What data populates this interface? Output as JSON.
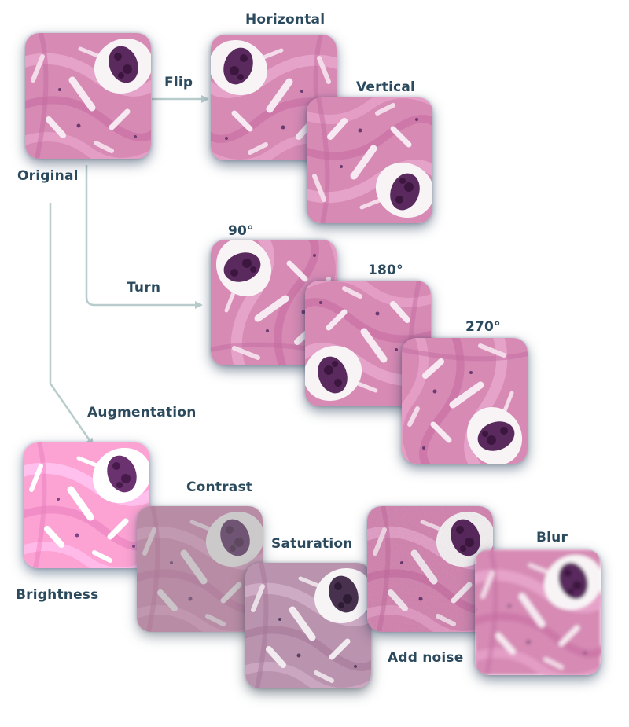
{
  "labels": {
    "original": "Original",
    "flip": "Flip",
    "horizontal": "Horizontal",
    "vertical": "Vertical",
    "turn": "Turn",
    "deg90": "90°",
    "deg180": "180°",
    "deg270": "270°",
    "augmentation": "Augmentation",
    "brightness": "Brightness",
    "contrast": "Contrast",
    "saturation": "Saturation",
    "add_noise": "Add noise",
    "blur": "Blur"
  },
  "colors": {
    "connector": "#b9cccc",
    "label_text": "#2c4a5e",
    "tissue_pink": "#d98ab6",
    "nucleus": "#5a2a5e"
  }
}
